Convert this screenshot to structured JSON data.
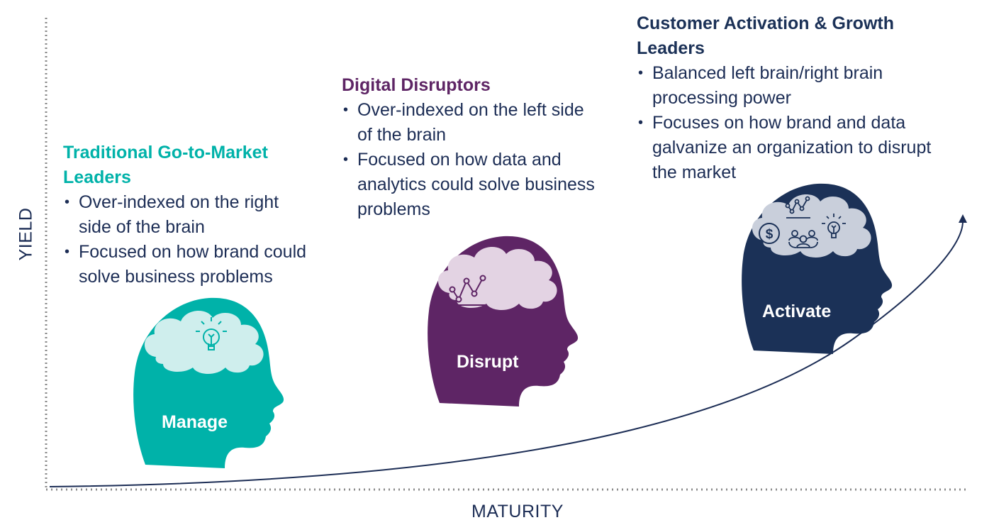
{
  "axes": {
    "x_label": "MATURITY",
    "y_label": "YIELD"
  },
  "colors": {
    "manage": "#00b2a9",
    "disrupt": "#5e2565",
    "activate": "#1b3157",
    "text": "#1c2d55"
  },
  "stages": [
    {
      "title_lines": [
        "Traditional Go-to-Market",
        "Leaders"
      ],
      "bullets": [
        [
          "Over-indexed on the right",
          "side of the brain"
        ],
        [
          "Focused on how brand could",
          "solve business problems"
        ]
      ],
      "head_label": "Manage",
      "brain_icons": [
        "lightbulb-icon"
      ]
    },
    {
      "title_lines": [
        "Digital Disruptors"
      ],
      "bullets": [
        [
          "Over-indexed on the left side",
          "of the brain"
        ],
        [
          "Focused on how data and",
          "analytics could solve business",
          "problems"
        ]
      ],
      "head_label": "Disrupt",
      "brain_icons": [
        "line-chart-icon"
      ]
    },
    {
      "title_lines": [
        "Customer Activation & Growth",
        "Leaders"
      ],
      "bullets": [
        [
          "Balanced left brain/right brain",
          "processing power"
        ],
        [
          "Focuses on how brand and data",
          "galvanize an organization to disrupt",
          "the market"
        ]
      ],
      "head_label": "Activate",
      "brain_icons": [
        "line-chart-icon",
        "dollar-icon",
        "team-icon",
        "lightbulb-icon"
      ]
    }
  ]
}
